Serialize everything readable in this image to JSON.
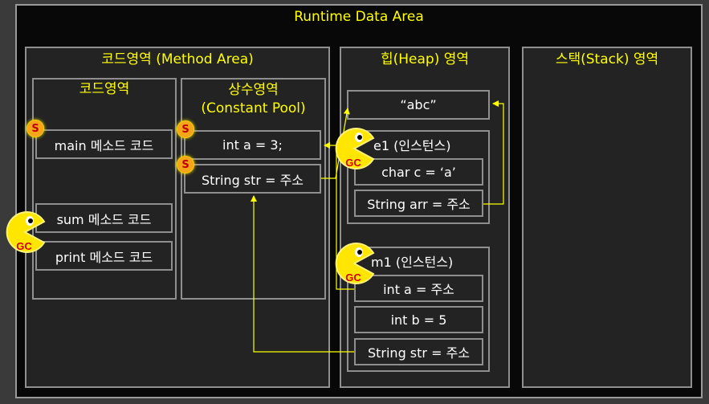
{
  "runtime_title": "Runtime Data Area",
  "method_area": {
    "title": "코드영역 (Method Area)",
    "code_title": "코드영역",
    "constant_title_1": "상수영역",
    "constant_title_2": "(Constant Pool)",
    "main_code": "main 메소드 코드",
    "sum_code": "sum 메소드 코드",
    "print_code": "print 메소드 코드",
    "const_int": "int a = 3;",
    "const_str": "String str = 주소"
  },
  "heap": {
    "title": "힙(Heap) 영역",
    "abc": "“abc”",
    "e1_title": "e1 (인스턴스)",
    "e1_char": "char c = ‘a’",
    "e1_arr": "String arr = 주소",
    "m1_title": "m1 (인스턴스)",
    "m1_int_a": "int a = 주소",
    "m1_int_b": "int b = 5",
    "m1_str": "String str = 주소"
  },
  "stack": {
    "title": "스택(Stack) 영역"
  },
  "badges": {
    "static": "S",
    "gc": "GC"
  },
  "colors": {
    "background": "#3a3a3a",
    "runtime_bg": "#080808",
    "panel_bg": "#232323",
    "title": "#ffff00",
    "text": "#ffffff",
    "arrow": "#ffff00",
    "static_badge": "#f4a51a",
    "gc_pacman": "#ffe600",
    "gc_text": "#d40000"
  }
}
